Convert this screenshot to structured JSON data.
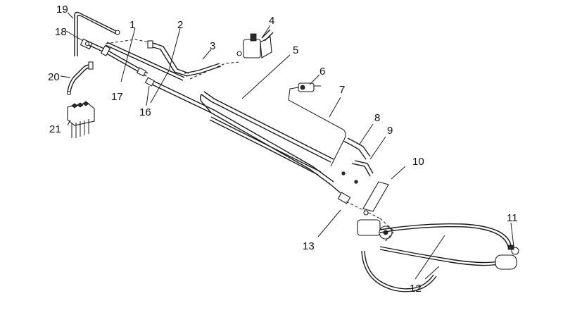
{
  "callouts": {
    "n1": "1",
    "n2": "2",
    "n3": "3",
    "n4": "4",
    "n5": "5",
    "n6": "6",
    "n7": "7",
    "n8": "8",
    "n9": "9",
    "n10": "10",
    "n11": "11",
    "n12a": "12",
    "n13": "13",
    "n16": "16",
    "n17": "17",
    "n18": "18",
    "n19": "19",
    "n20": "20",
    "n21": "21"
  }
}
